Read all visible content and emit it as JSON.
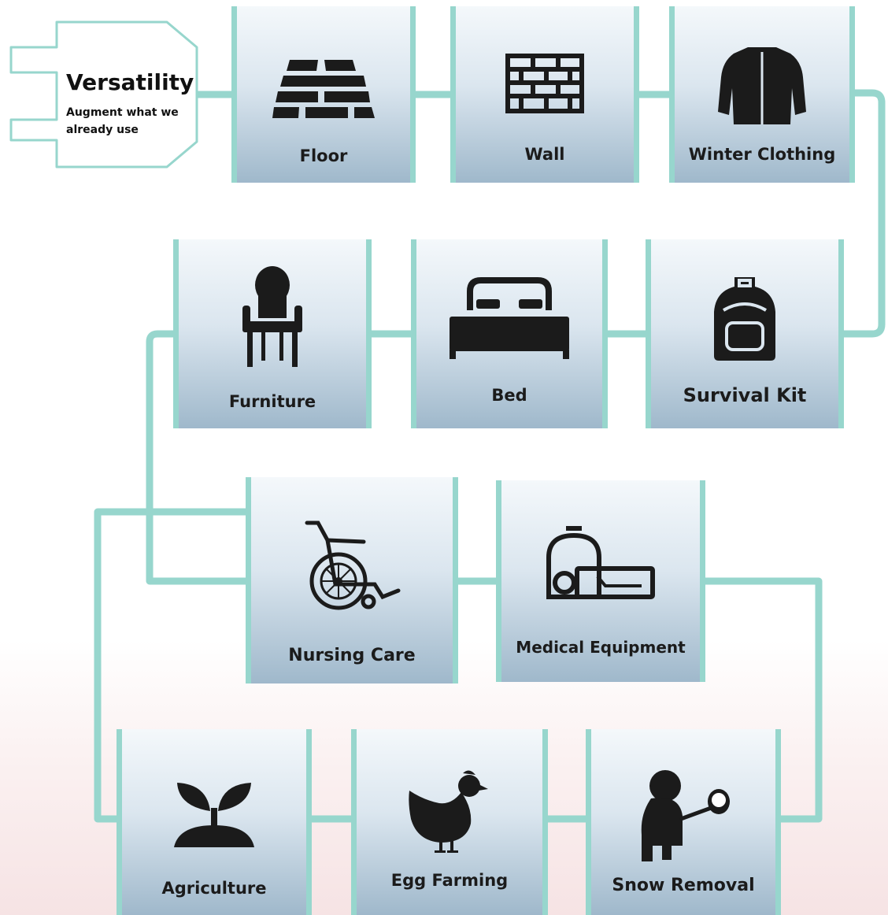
{
  "header": {
    "title": "Versatility",
    "subtitle": "Augment what we already use"
  },
  "colors": {
    "connector": "#97d6cd",
    "icon": "#1b1b1b"
  },
  "panels": [
    {
      "label": "Floor",
      "icon": "floor-tiles-icon"
    },
    {
      "label": "Wall",
      "icon": "brick-wall-icon"
    },
    {
      "label": "Winter Clothing",
      "icon": "jacket-icon"
    },
    {
      "label": "Furniture",
      "icon": "chair-icon"
    },
    {
      "label": "Bed",
      "icon": "bed-icon"
    },
    {
      "label": "Survival Kit",
      "icon": "backpack-icon"
    },
    {
      "label": "Nursing Care",
      "icon": "wheelchair-icon"
    },
    {
      "label": "Medical Equipment",
      "icon": "capsule-bed-icon"
    },
    {
      "label": "Agriculture",
      "icon": "sprout-icon"
    },
    {
      "label": "Egg Farming",
      "icon": "hen-icon"
    },
    {
      "label": "Snow Removal",
      "icon": "snow-shovel-person-icon"
    }
  ]
}
